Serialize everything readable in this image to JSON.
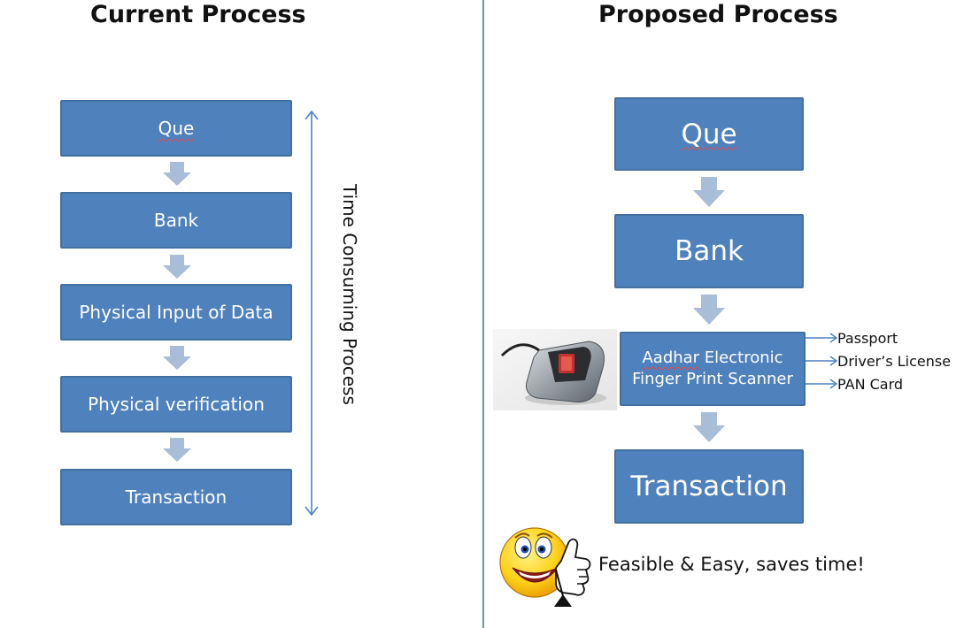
{
  "current": {
    "heading": "Current Process",
    "steps": [
      "Que",
      "Bank",
      "Physical Input of  Data",
      "Physical verification",
      "Transaction"
    ],
    "side_label": "Time Consuming Process"
  },
  "proposed": {
    "heading": "Proposed Process",
    "steps": [
      "Que",
      "Bank",
      "Transaction"
    ],
    "scanner": {
      "line1_word": "Aadhar",
      "line1_rest": " Electronic",
      "line2": "Finger Print Scanner"
    },
    "documents": [
      "Passport",
      "Driver’s License",
      "PAN Card"
    ],
    "footer_text": "Feasible & Easy,  saves time!"
  },
  "colors": {
    "box_fill": "#4f81bd",
    "arrow": "#a8bdd8",
    "divider": "#6f93b7"
  }
}
